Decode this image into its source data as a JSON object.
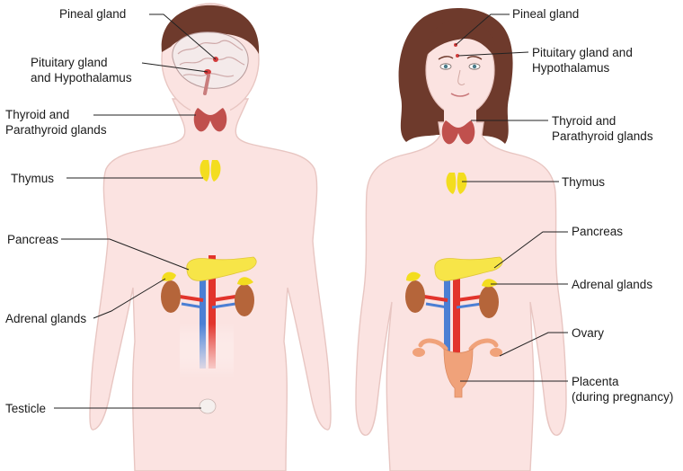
{
  "male": {
    "pineal": "Pineal gland",
    "pituitary": [
      "Pituitary gland",
      "and Hypothalamus"
    ],
    "thyroid": [
      "Thyroid and",
      "Parathyroid glands"
    ],
    "thymus": "Thymus",
    "pancreas": "Pancreas",
    "adrenal": "Adrenal glands",
    "testicle": "Testicle"
  },
  "female": {
    "pineal": "Pineal gland",
    "pituitary": [
      "Pituitary gland and",
      "Hypothalamus"
    ],
    "thyroid": [
      "Thyroid and",
      "Parathyroid glands"
    ],
    "thymus": "Thymus",
    "pancreas": "Pancreas",
    "adrenal": "Adrenal glands",
    "ovary": "Ovary",
    "placenta": [
      "Placenta",
      "(during pregnancy)"
    ]
  },
  "colors": {
    "skin": "#fbe3e1",
    "skin_outline": "#e8c6c2",
    "hair": "#6e3a2c",
    "thyroid": "#c0504d",
    "thymus": "#f3dd1f",
    "pancreas": "#f7e548",
    "kidney": "#b5653a",
    "artery": "#e2342c",
    "vein": "#4b7fd4",
    "uterus": "#f0a27a",
    "leader": "#222222"
  }
}
